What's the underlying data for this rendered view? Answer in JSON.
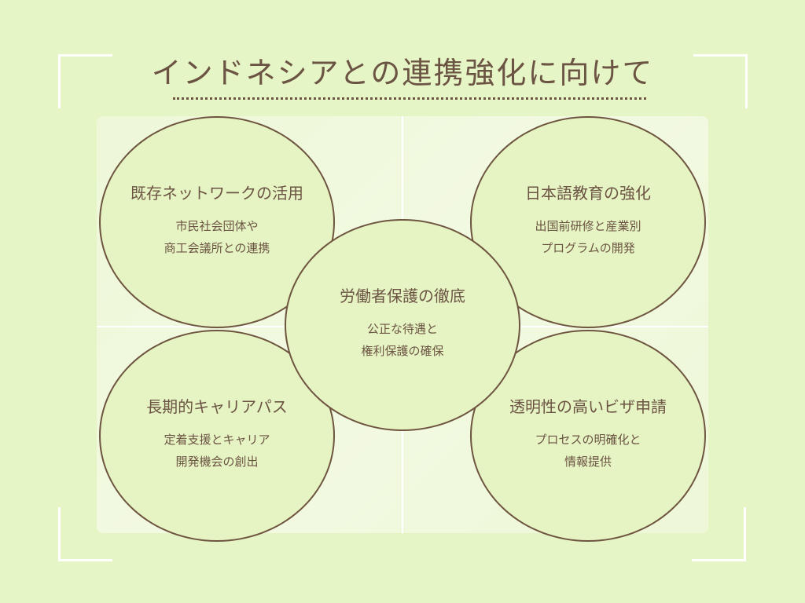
{
  "title": "インドネシアとの連携強化に向けて",
  "nodes": {
    "top_left": {
      "heading": "既存ネットワークの活用",
      "line1": "市民社会団体や",
      "line2": "商工会議所との連携"
    },
    "top_right": {
      "heading": "日本語教育の強化",
      "line1": "出国前研修と産業別",
      "line2": "プログラムの開発"
    },
    "center": {
      "heading": "労働者保護の徹底",
      "line1": "公正な待遇と",
      "line2": "権利保護の確保"
    },
    "bottom_left": {
      "heading": "長期的キャリアパス",
      "line1": "定着支援とキャリア",
      "line2": "開発機会の創出"
    },
    "bottom_right": {
      "heading": "透明性の高いビザ申請",
      "line1": "プロセスの明確化と",
      "line2": "情報提供"
    }
  },
  "colors": {
    "background": "#e6f5c5",
    "node_fill": "#e6f4c3",
    "stroke": "#6e5540",
    "text": "#6b5443"
  }
}
